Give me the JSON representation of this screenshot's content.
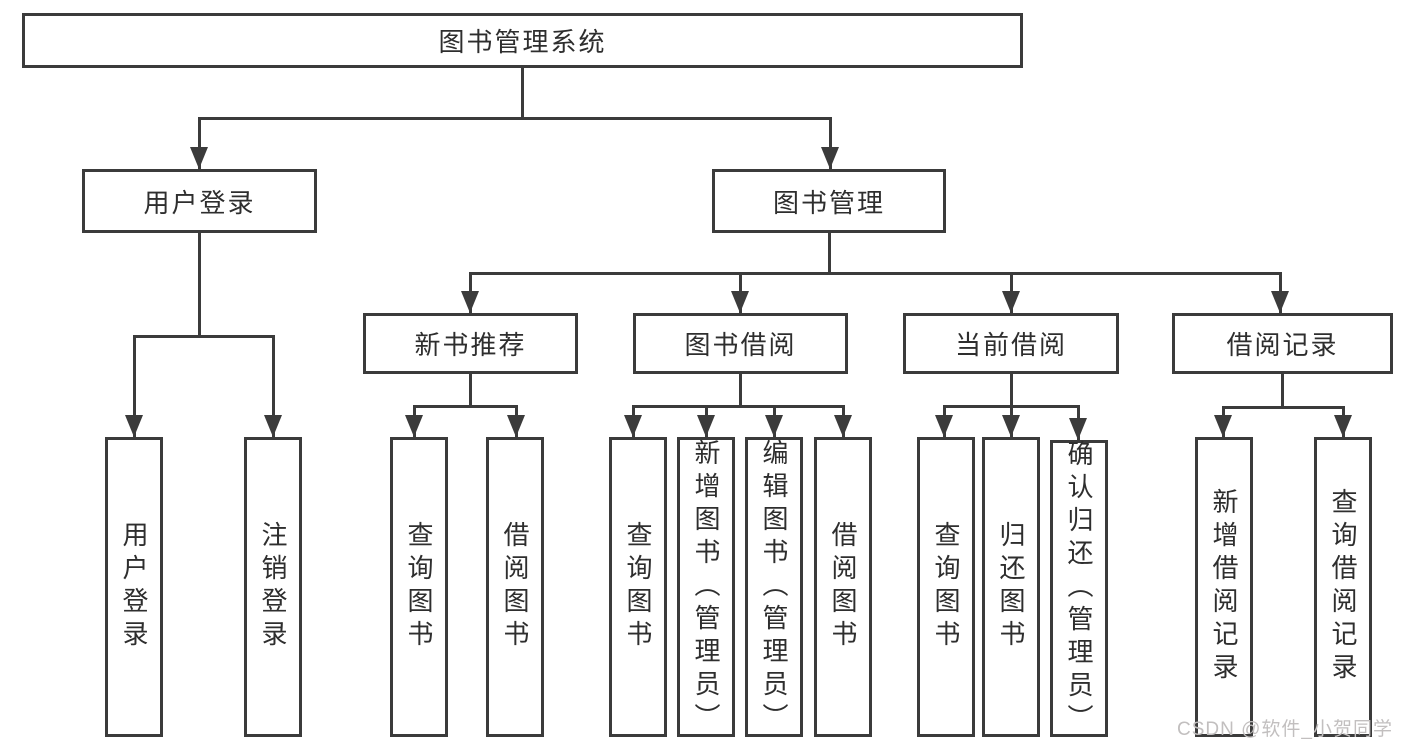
{
  "diagram": {
    "root": {
      "label": "图书管理系统"
    },
    "branches": {
      "user": {
        "label": "用户登录",
        "children": [
          "用户登录",
          "注销登录"
        ]
      },
      "mgmt": {
        "label": "图书管理"
      }
    },
    "modules": [
      {
        "label": "新书推荐",
        "children": [
          "查询图书",
          "借阅图书"
        ]
      },
      {
        "label": "图书借阅",
        "children": [
          "查询图书",
          "新增图书（管理员）",
          "编辑图书（管理员）",
          "借阅图书"
        ]
      },
      {
        "label": "当前借阅",
        "children": [
          "查询图书",
          "归还图书",
          "确认归还（管理员）"
        ]
      },
      {
        "label": "借阅记录",
        "children": [
          "新增借阅记录",
          "查询借阅记录"
        ]
      }
    ]
  },
  "watermark": {
    "text": "CSDN @软件_小贺同学"
  },
  "colors": {
    "line": "#3b3b3b",
    "text": "#2e2e2e",
    "background": "#ffffff",
    "watermark": "#c2bfbf"
  }
}
